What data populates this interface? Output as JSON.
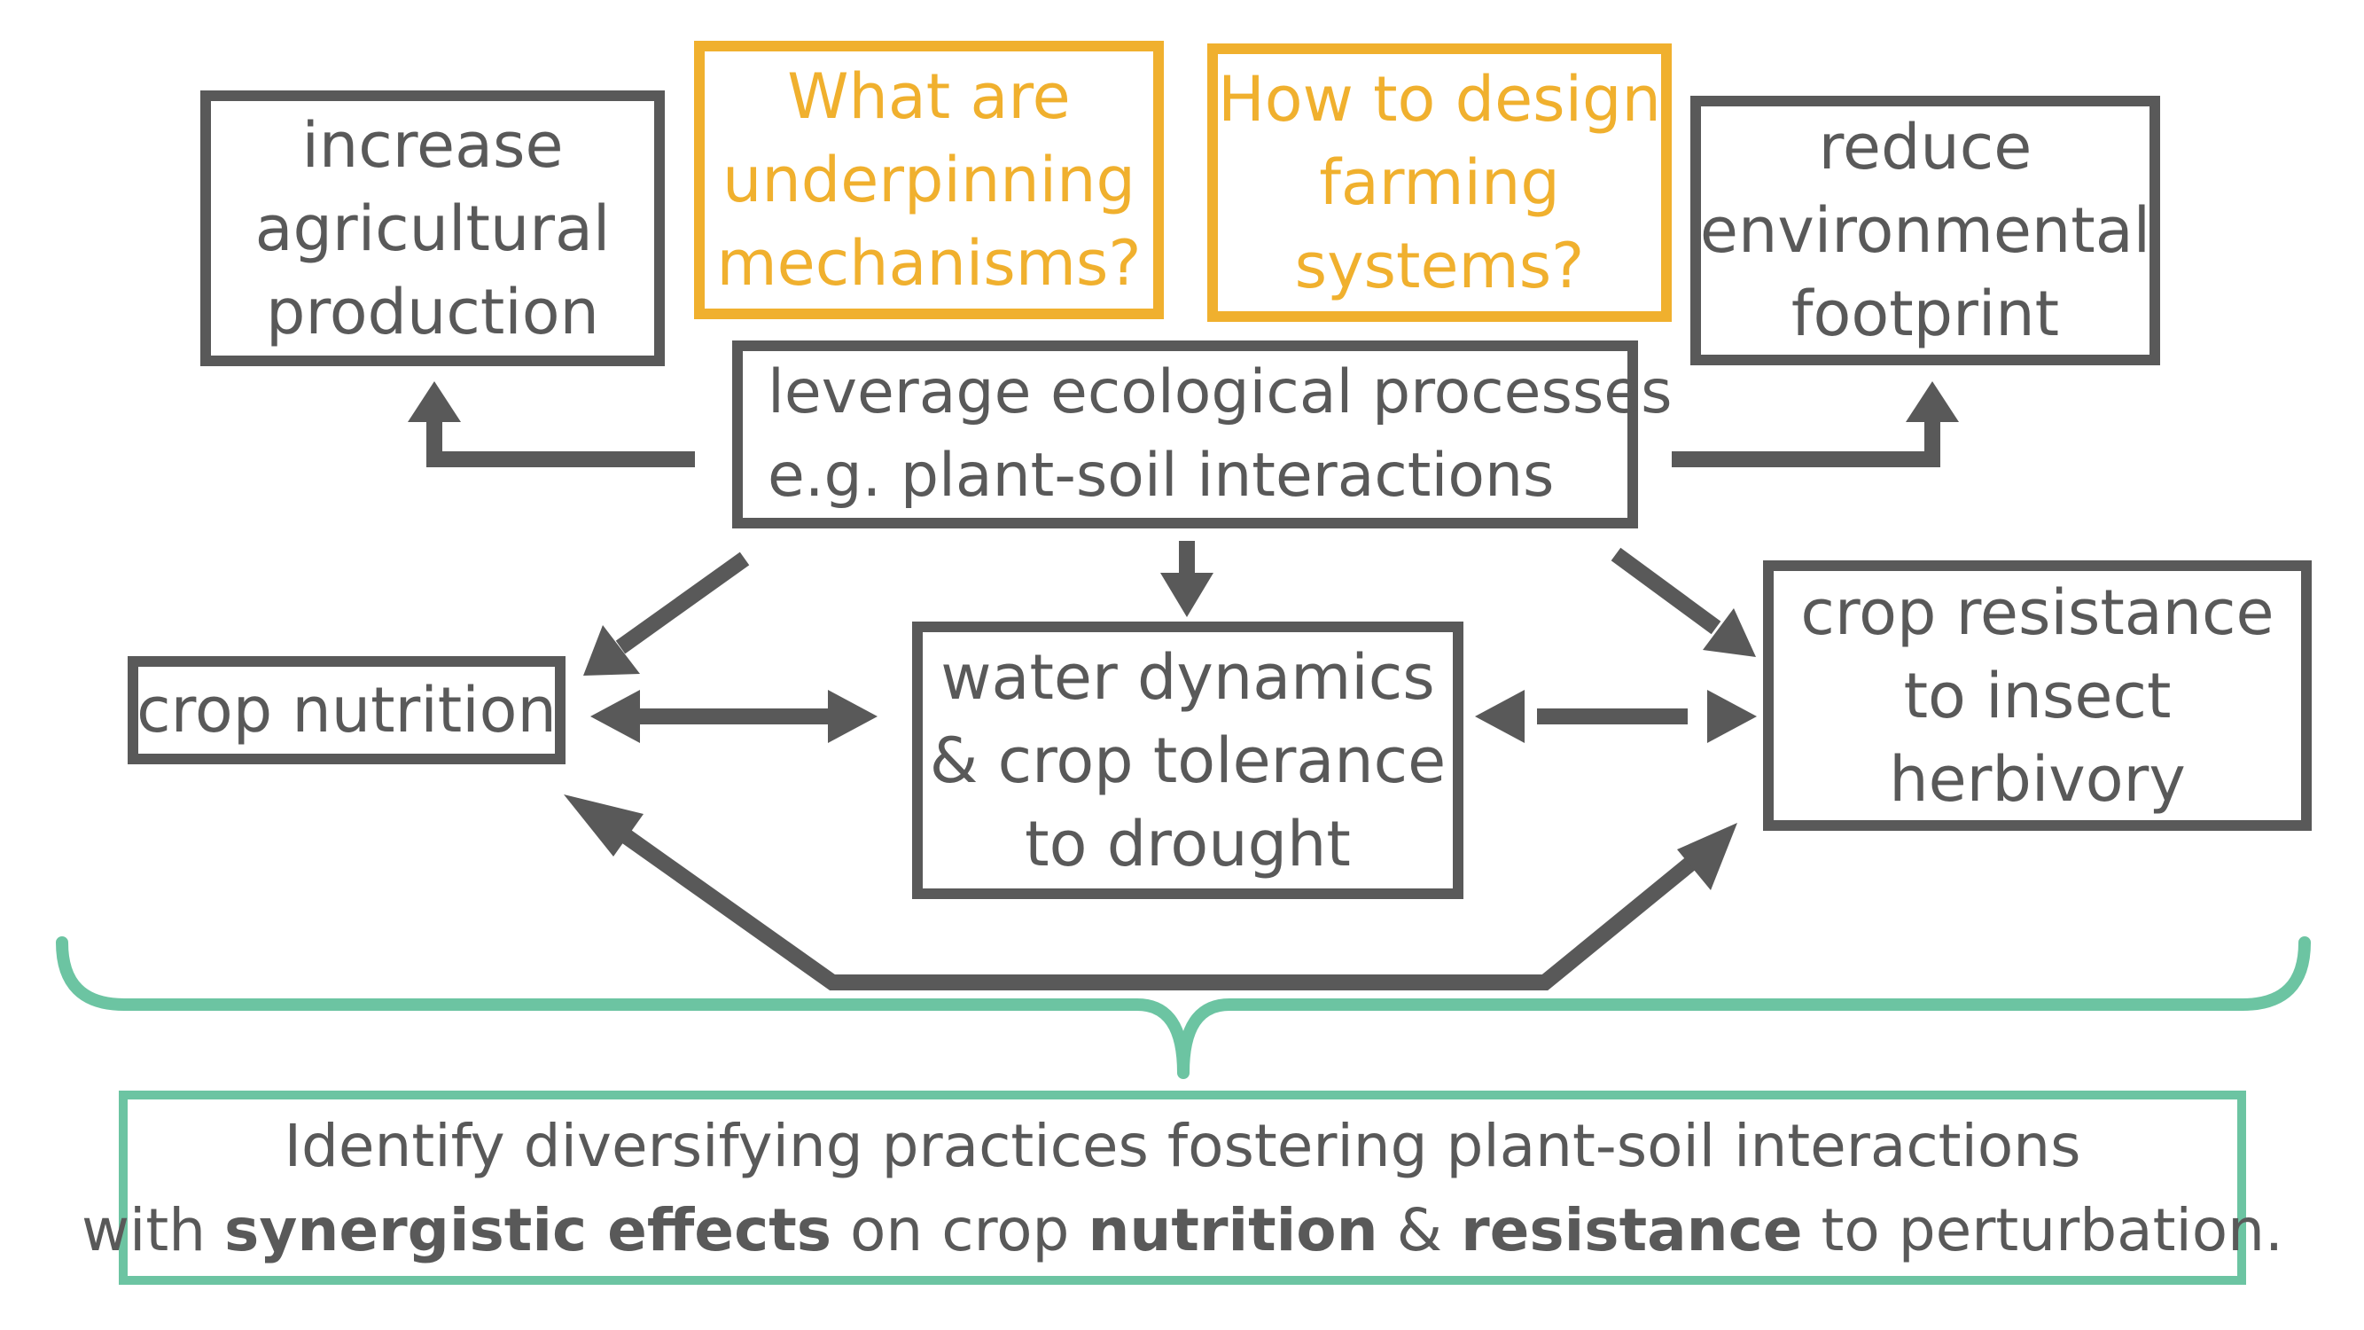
{
  "boxes": {
    "increase": [
      "increase",
      "agricultural",
      "production"
    ],
    "q_mechanisms": [
      "What are",
      "underpinning",
      "mechanisms?"
    ],
    "q_design": [
      "How to design",
      "farming",
      "systems?"
    ],
    "reduce": [
      "reduce",
      "environmental",
      "footprint"
    ],
    "leverage": [
      "leverage ecological processes",
      "e.g. plant-soil interactions"
    ],
    "crop_nutrition": "crop nutrition",
    "water": [
      "water dynamics",
      "& crop tolerance",
      "to drought"
    ],
    "resistance": [
      "crop resistance",
      "to insect",
      "herbivory"
    ]
  },
  "identify": {
    "line1": "Identify diversifying practices fostering plant-soil interactions",
    "line2_a": "with ",
    "line2_b": "synergistic effects",
    "line2_c": " on crop ",
    "line2_d": "nutrition",
    "line2_e": " & ",
    "line2_f": "resistance",
    "line2_g": " to perturbation."
  },
  "colors": {
    "gray": "#595959",
    "orange": "#f0b02e",
    "teal": "#6cc4a2"
  }
}
